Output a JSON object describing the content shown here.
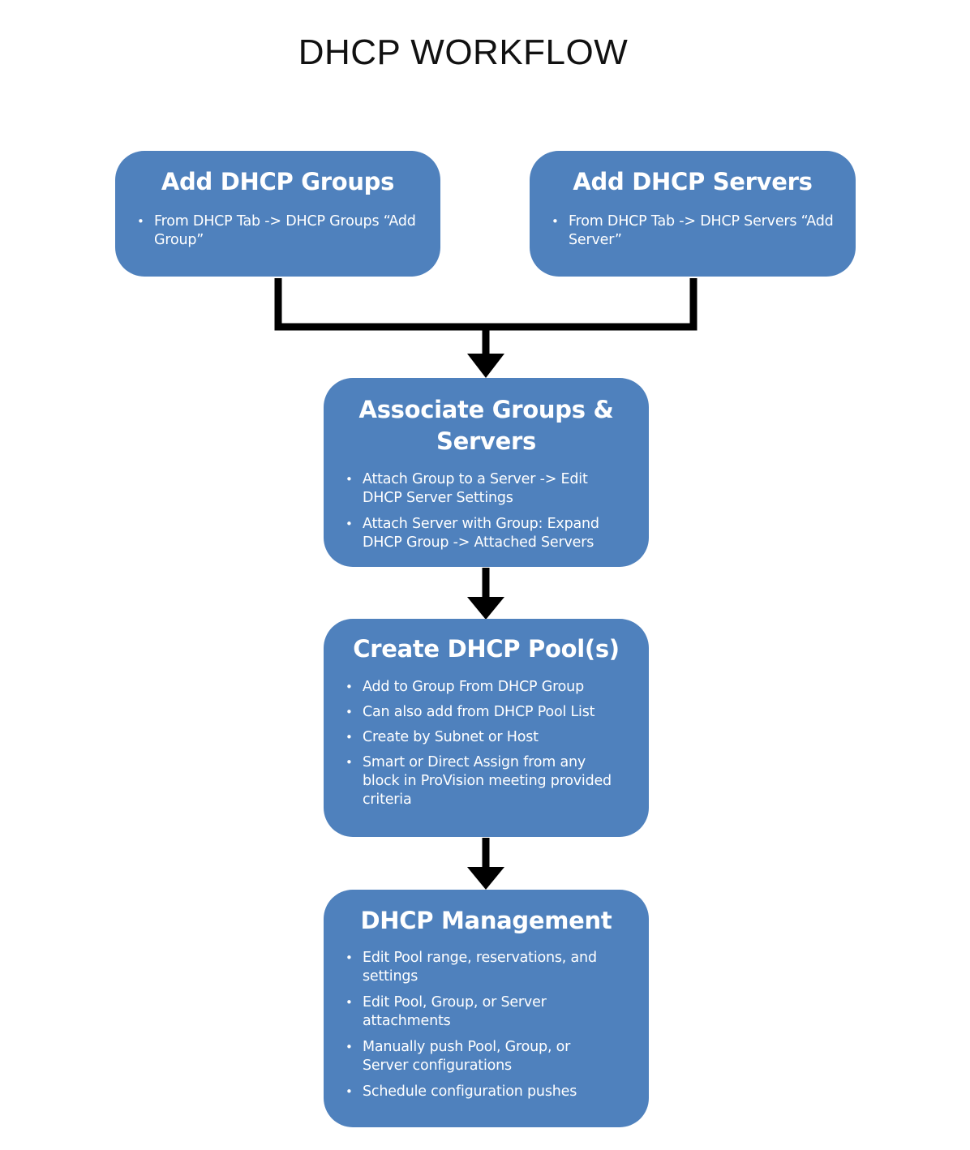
{
  "title": "DHCP WORKFLOW",
  "boxes": {
    "groups": {
      "title": "Add DHCP Groups",
      "bullets": [
        "From  DHCP Tab -> DHCP Groups “Add Group”"
      ]
    },
    "servers": {
      "title": "Add DHCP Servers",
      "bullets": [
        "From  DHCP Tab -> DHCP Servers “Add Server”"
      ]
    },
    "associate": {
      "title": "Associate Groups & Servers",
      "bullets": [
        "Attach Group to a Server -> Edit DHCP Server Settings",
        "Attach Server with Group: Expand DHCP Group -> Attached Servers"
      ]
    },
    "pool": {
      "title": "Create DHCP Pool(s)",
      "bullets": [
        "Add to Group From DHCP Group",
        "Can also add from DHCP Pool List",
        "Create by Subnet or Host",
        "Smart or Direct Assign from any block in ProVision meeting provided criteria"
      ]
    },
    "management": {
      "title": "DHCP Management",
      "bullets": [
        "Edit Pool range, reservations, and settings",
        "Edit Pool, Group, or Server attachments",
        "Manually push Pool, Group, or Server configurations",
        "Schedule configuration pushes"
      ]
    }
  },
  "colors": {
    "box_fill": "#4f81bd",
    "box_text": "#ffffff",
    "connector": "#000000",
    "background": "#ffffff"
  }
}
